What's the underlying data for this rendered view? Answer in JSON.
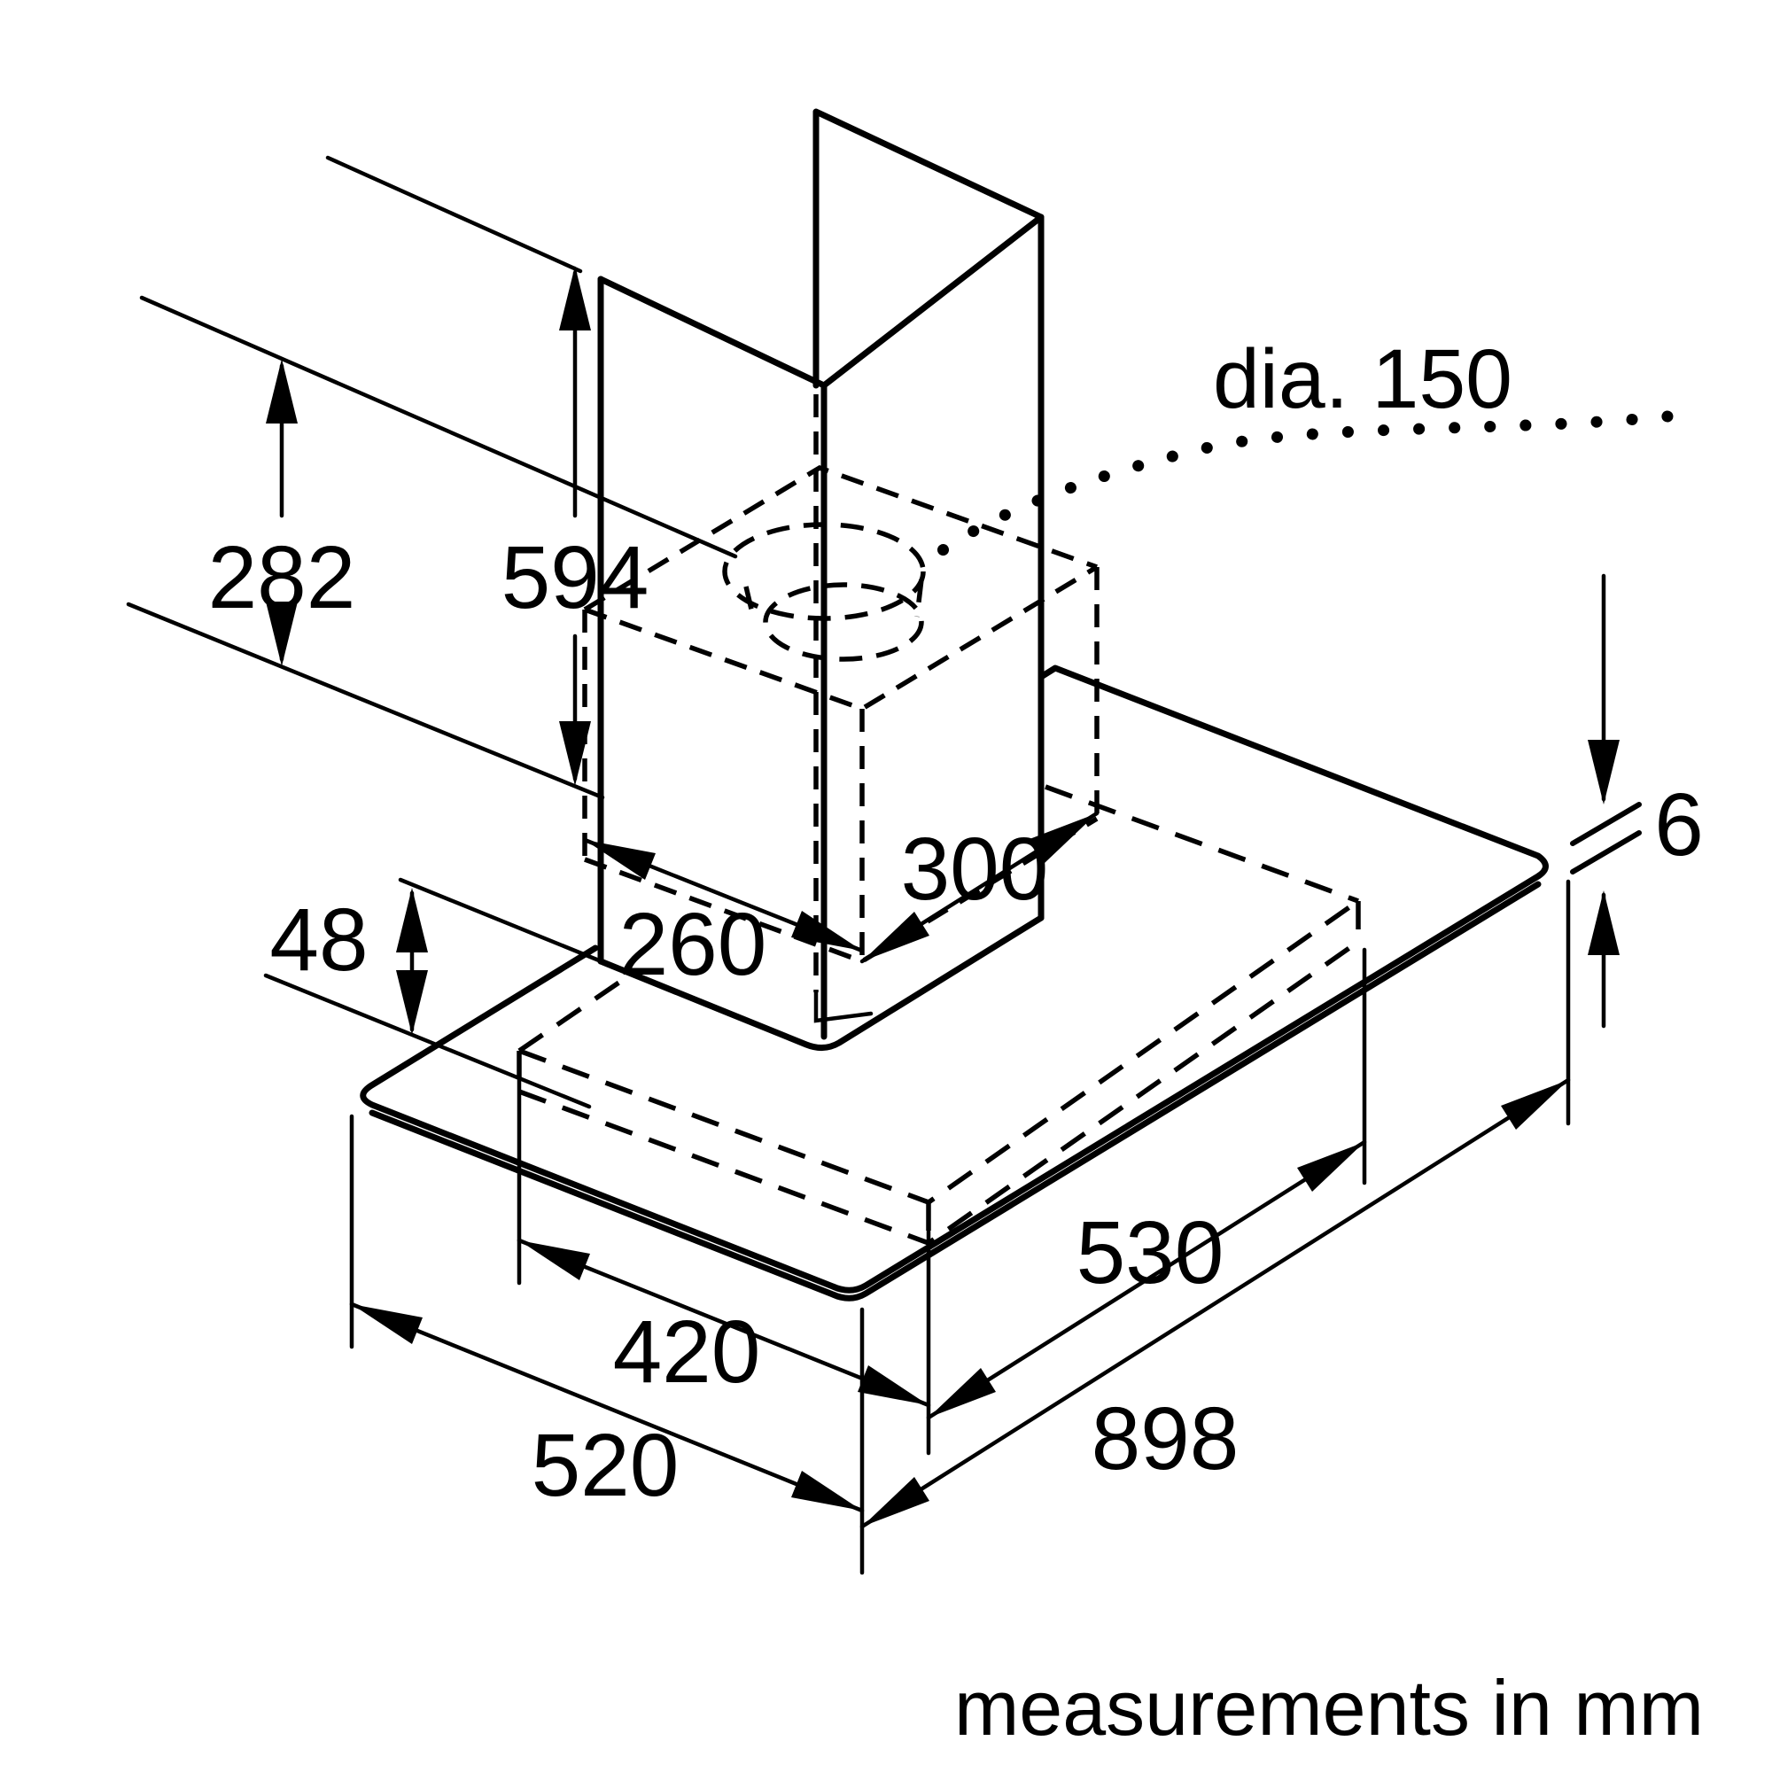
{
  "diagram": {
    "kind": "installation dimension drawing",
    "subject": "wall-mounted box chimney cooker hood with flat glass canopy",
    "units_note": "measurements in mm",
    "annotations": {
      "upper_section_height": "282",
      "chimney_height": "594",
      "canopy_height": "48",
      "duct_housing_depth": "260",
      "duct_housing_width": "300",
      "duct_diameter": "dia. 150",
      "glass_thickness": "6",
      "body_width": "530",
      "glass_width": "898",
      "body_depth": "420",
      "glass_depth": "520"
    },
    "colors": {
      "line": "#000000",
      "background": "#ffffff"
    }
  }
}
